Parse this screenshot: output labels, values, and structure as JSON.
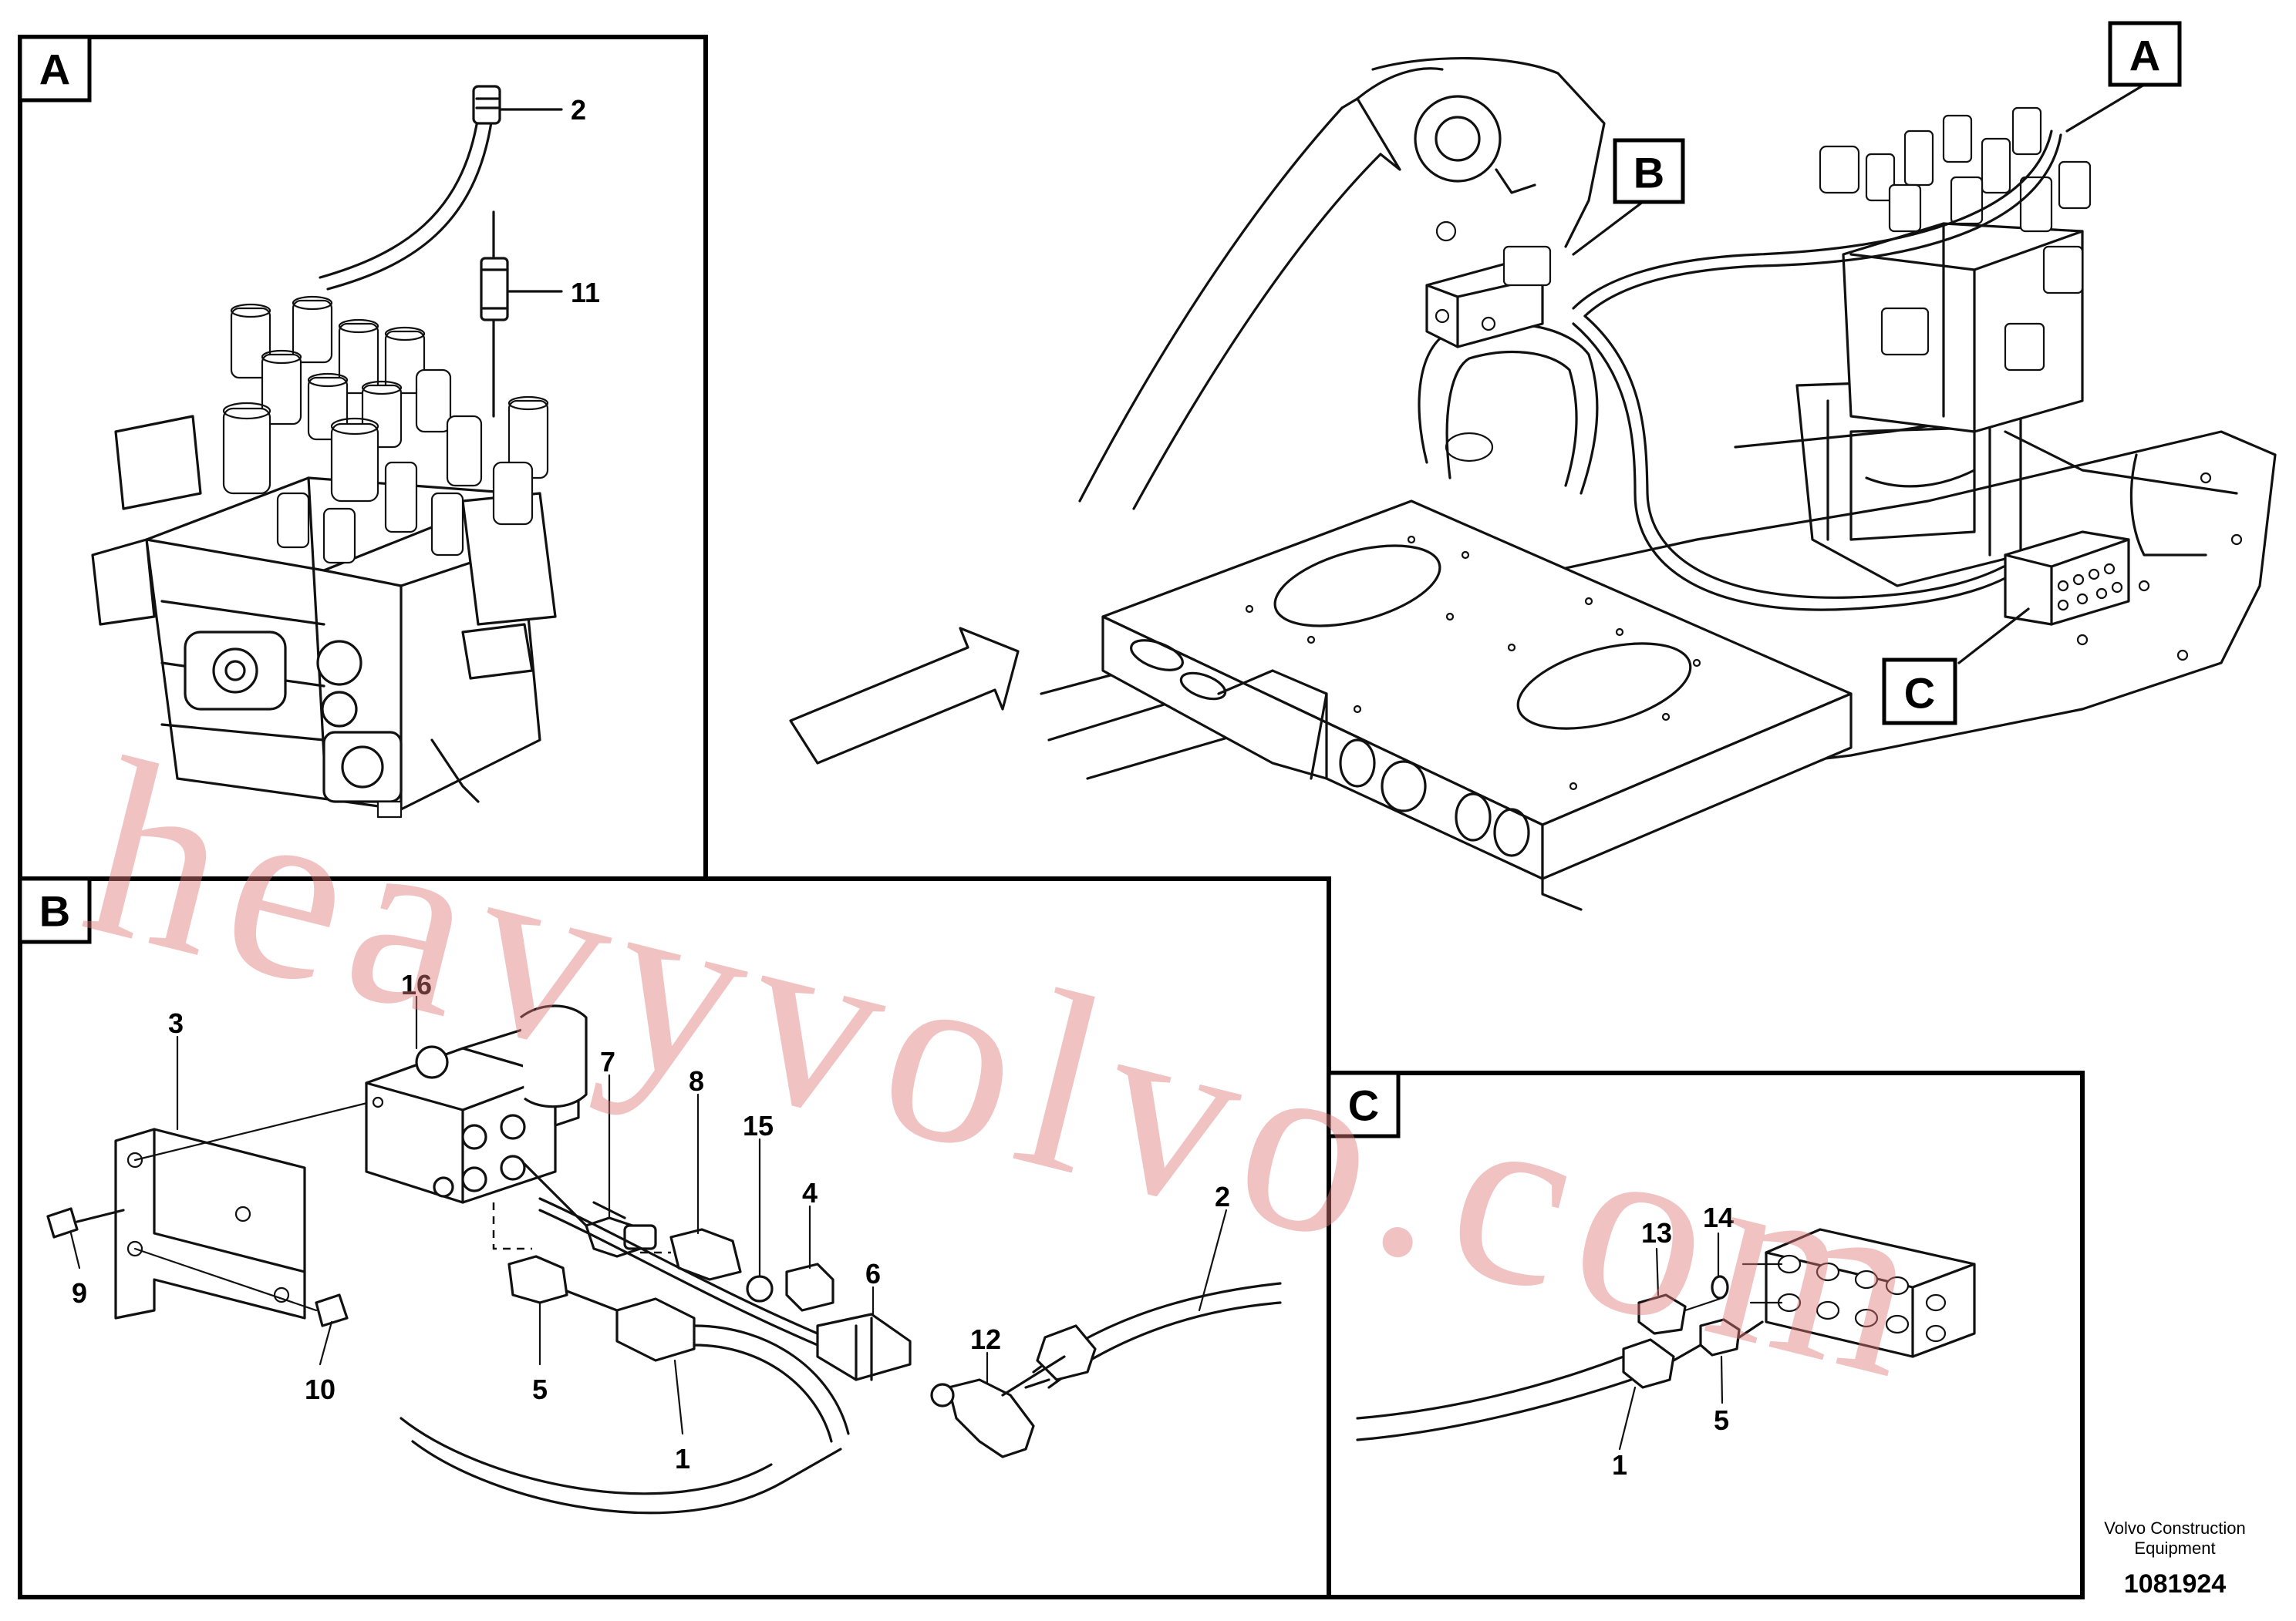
{
  "panels": {
    "a": {
      "label": "A"
    },
    "b": {
      "label": "B"
    },
    "c": {
      "label": "C"
    }
  },
  "overview": {
    "callouts": [
      {
        "id": "a",
        "label": "A"
      },
      {
        "id": "b",
        "label": "B"
      },
      {
        "id": "c",
        "label": "C"
      }
    ]
  },
  "part_numbers": {
    "a": [
      "2",
      "11"
    ],
    "b": [
      "16",
      "3",
      "7",
      "8",
      "15",
      "4",
      "6",
      "2",
      "12",
      "9",
      "10",
      "5",
      "1"
    ],
    "c": [
      "13",
      "14",
      "1",
      "5"
    ]
  },
  "watermark": "heavyvolvo.com",
  "footer": {
    "company_line1": "Volvo Construction",
    "company_line2": "Equipment",
    "doc_number": "1081924"
  }
}
